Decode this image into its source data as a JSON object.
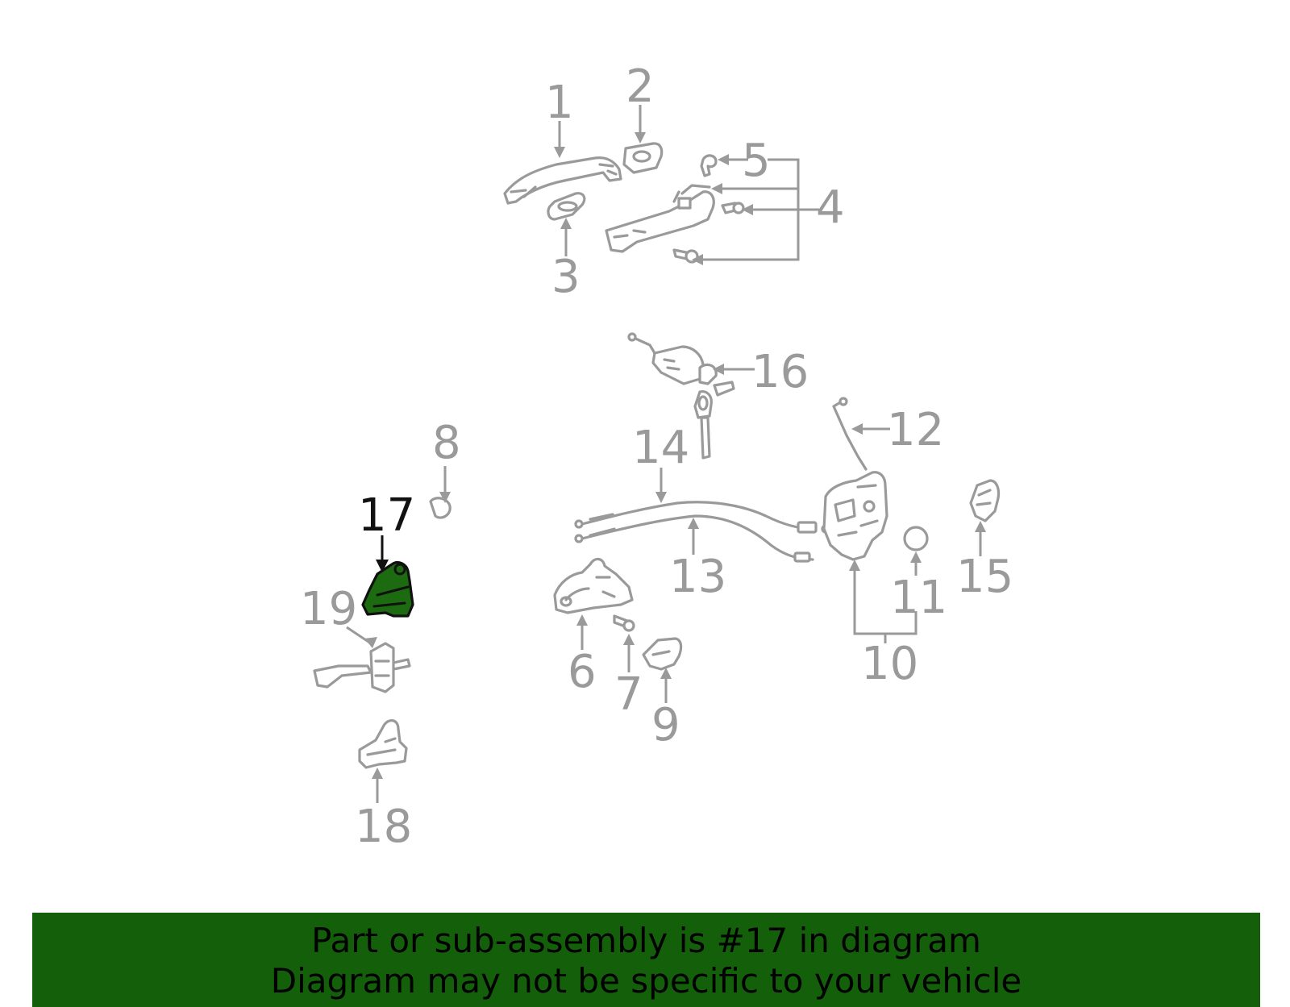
{
  "callouts": {
    "c1": "1",
    "c2": "2",
    "c3": "3",
    "c4": "4",
    "c5": "5",
    "c6": "6",
    "c7": "7",
    "c8": "8",
    "c9": "9",
    "c10": "10",
    "c11": "11",
    "c12": "12",
    "c13": "13",
    "c14": "14",
    "c15": "15",
    "c16": "16",
    "c17": "17",
    "c18": "18",
    "c19": "19"
  },
  "highlighted_part": "17",
  "colors": {
    "part_outline": "#9a9a9a",
    "highlight_fill": "#1d6b10",
    "highlight_outline": "#111111",
    "banner_background": "#135f0a",
    "banner_text": "#000000"
  },
  "banner": {
    "line1": "Part or sub-assembly is #17 in diagram",
    "line2": "Diagram may not be specific to your vehicle"
  }
}
